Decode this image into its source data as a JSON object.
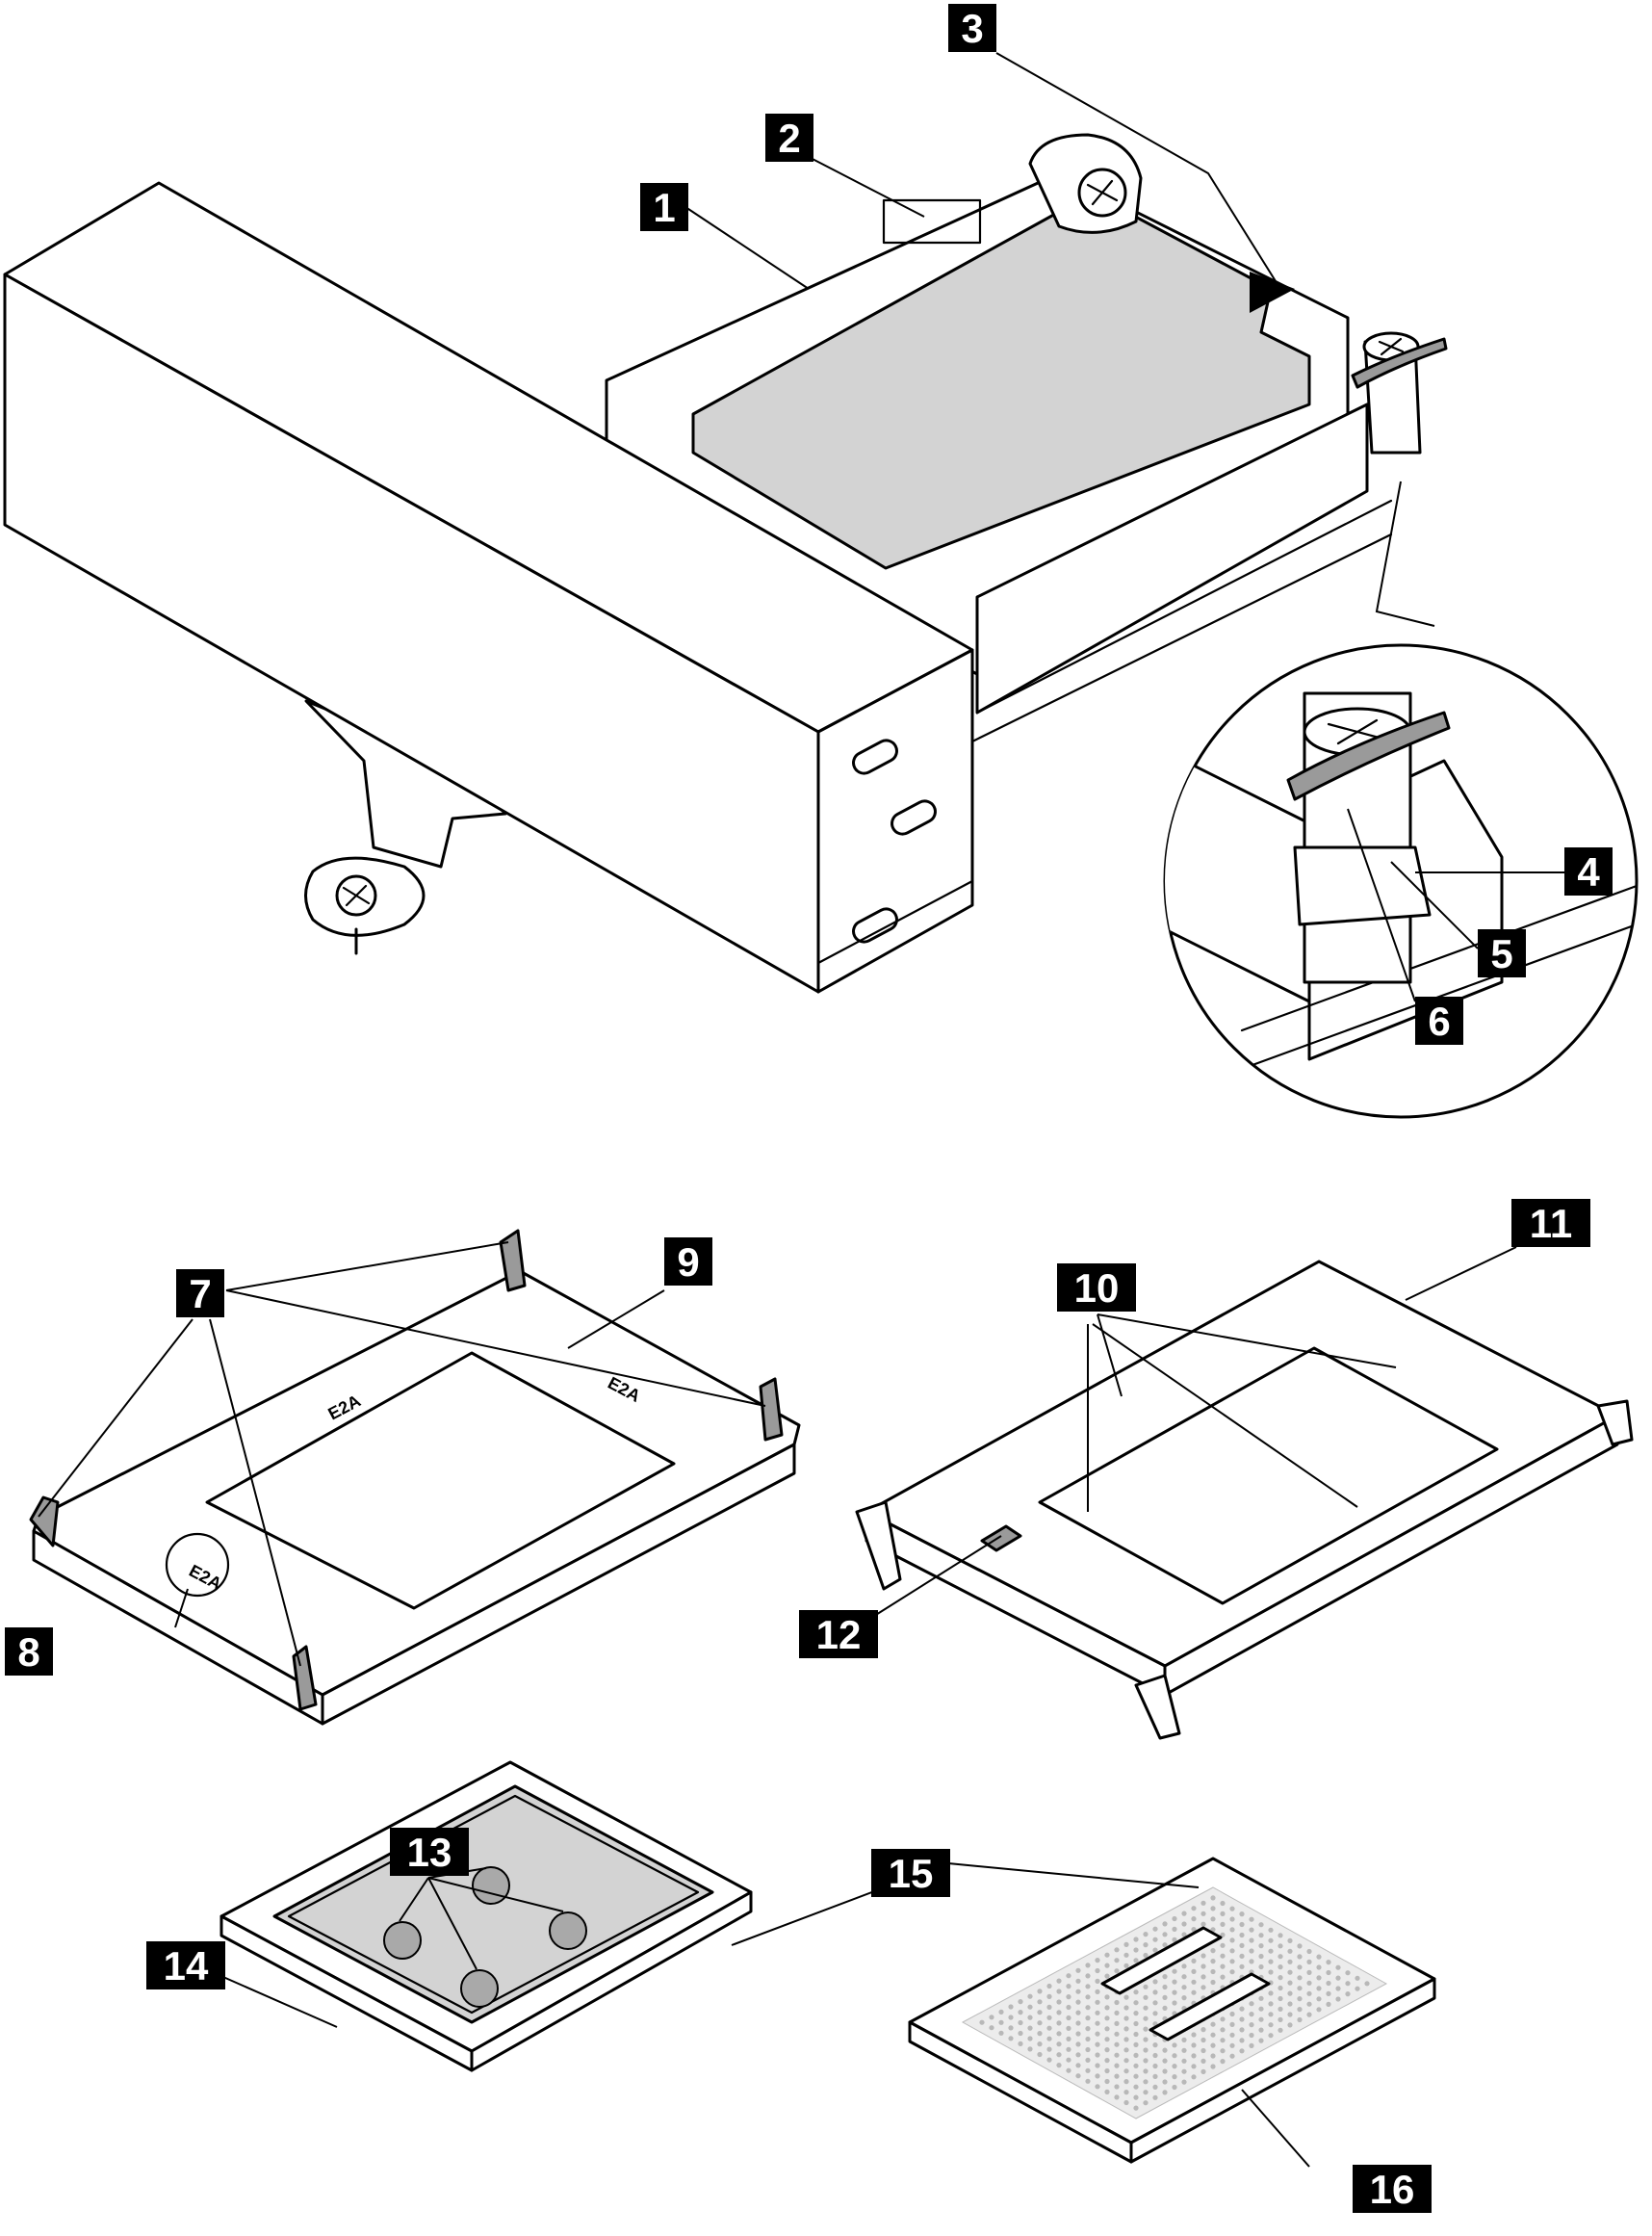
{
  "figure": {
    "callouts": [
      {
        "id": "c1",
        "label": "1"
      },
      {
        "id": "c2",
        "label": "2"
      },
      {
        "id": "c3",
        "label": "3"
      },
      {
        "id": "c4",
        "label": "4"
      },
      {
        "id": "c5",
        "label": "5"
      },
      {
        "id": "c6",
        "label": "6"
      },
      {
        "id": "c7",
        "label": "7"
      },
      {
        "id": "c8",
        "label": "8"
      },
      {
        "id": "c9",
        "label": "9"
      },
      {
        "id": "c10",
        "label": "10"
      },
      {
        "id": "c11",
        "label": "11"
      },
      {
        "id": "c12",
        "label": "12"
      },
      {
        "id": "c13",
        "label": "13"
      },
      {
        "id": "c14",
        "label": "14"
      },
      {
        "id": "c15",
        "label": "15"
      },
      {
        "id": "c16",
        "label": "16"
      }
    ],
    "carrier_markings": {
      "left_a": "E2A",
      "left_b": "E2A",
      "left_c": "E2A"
    }
  }
}
